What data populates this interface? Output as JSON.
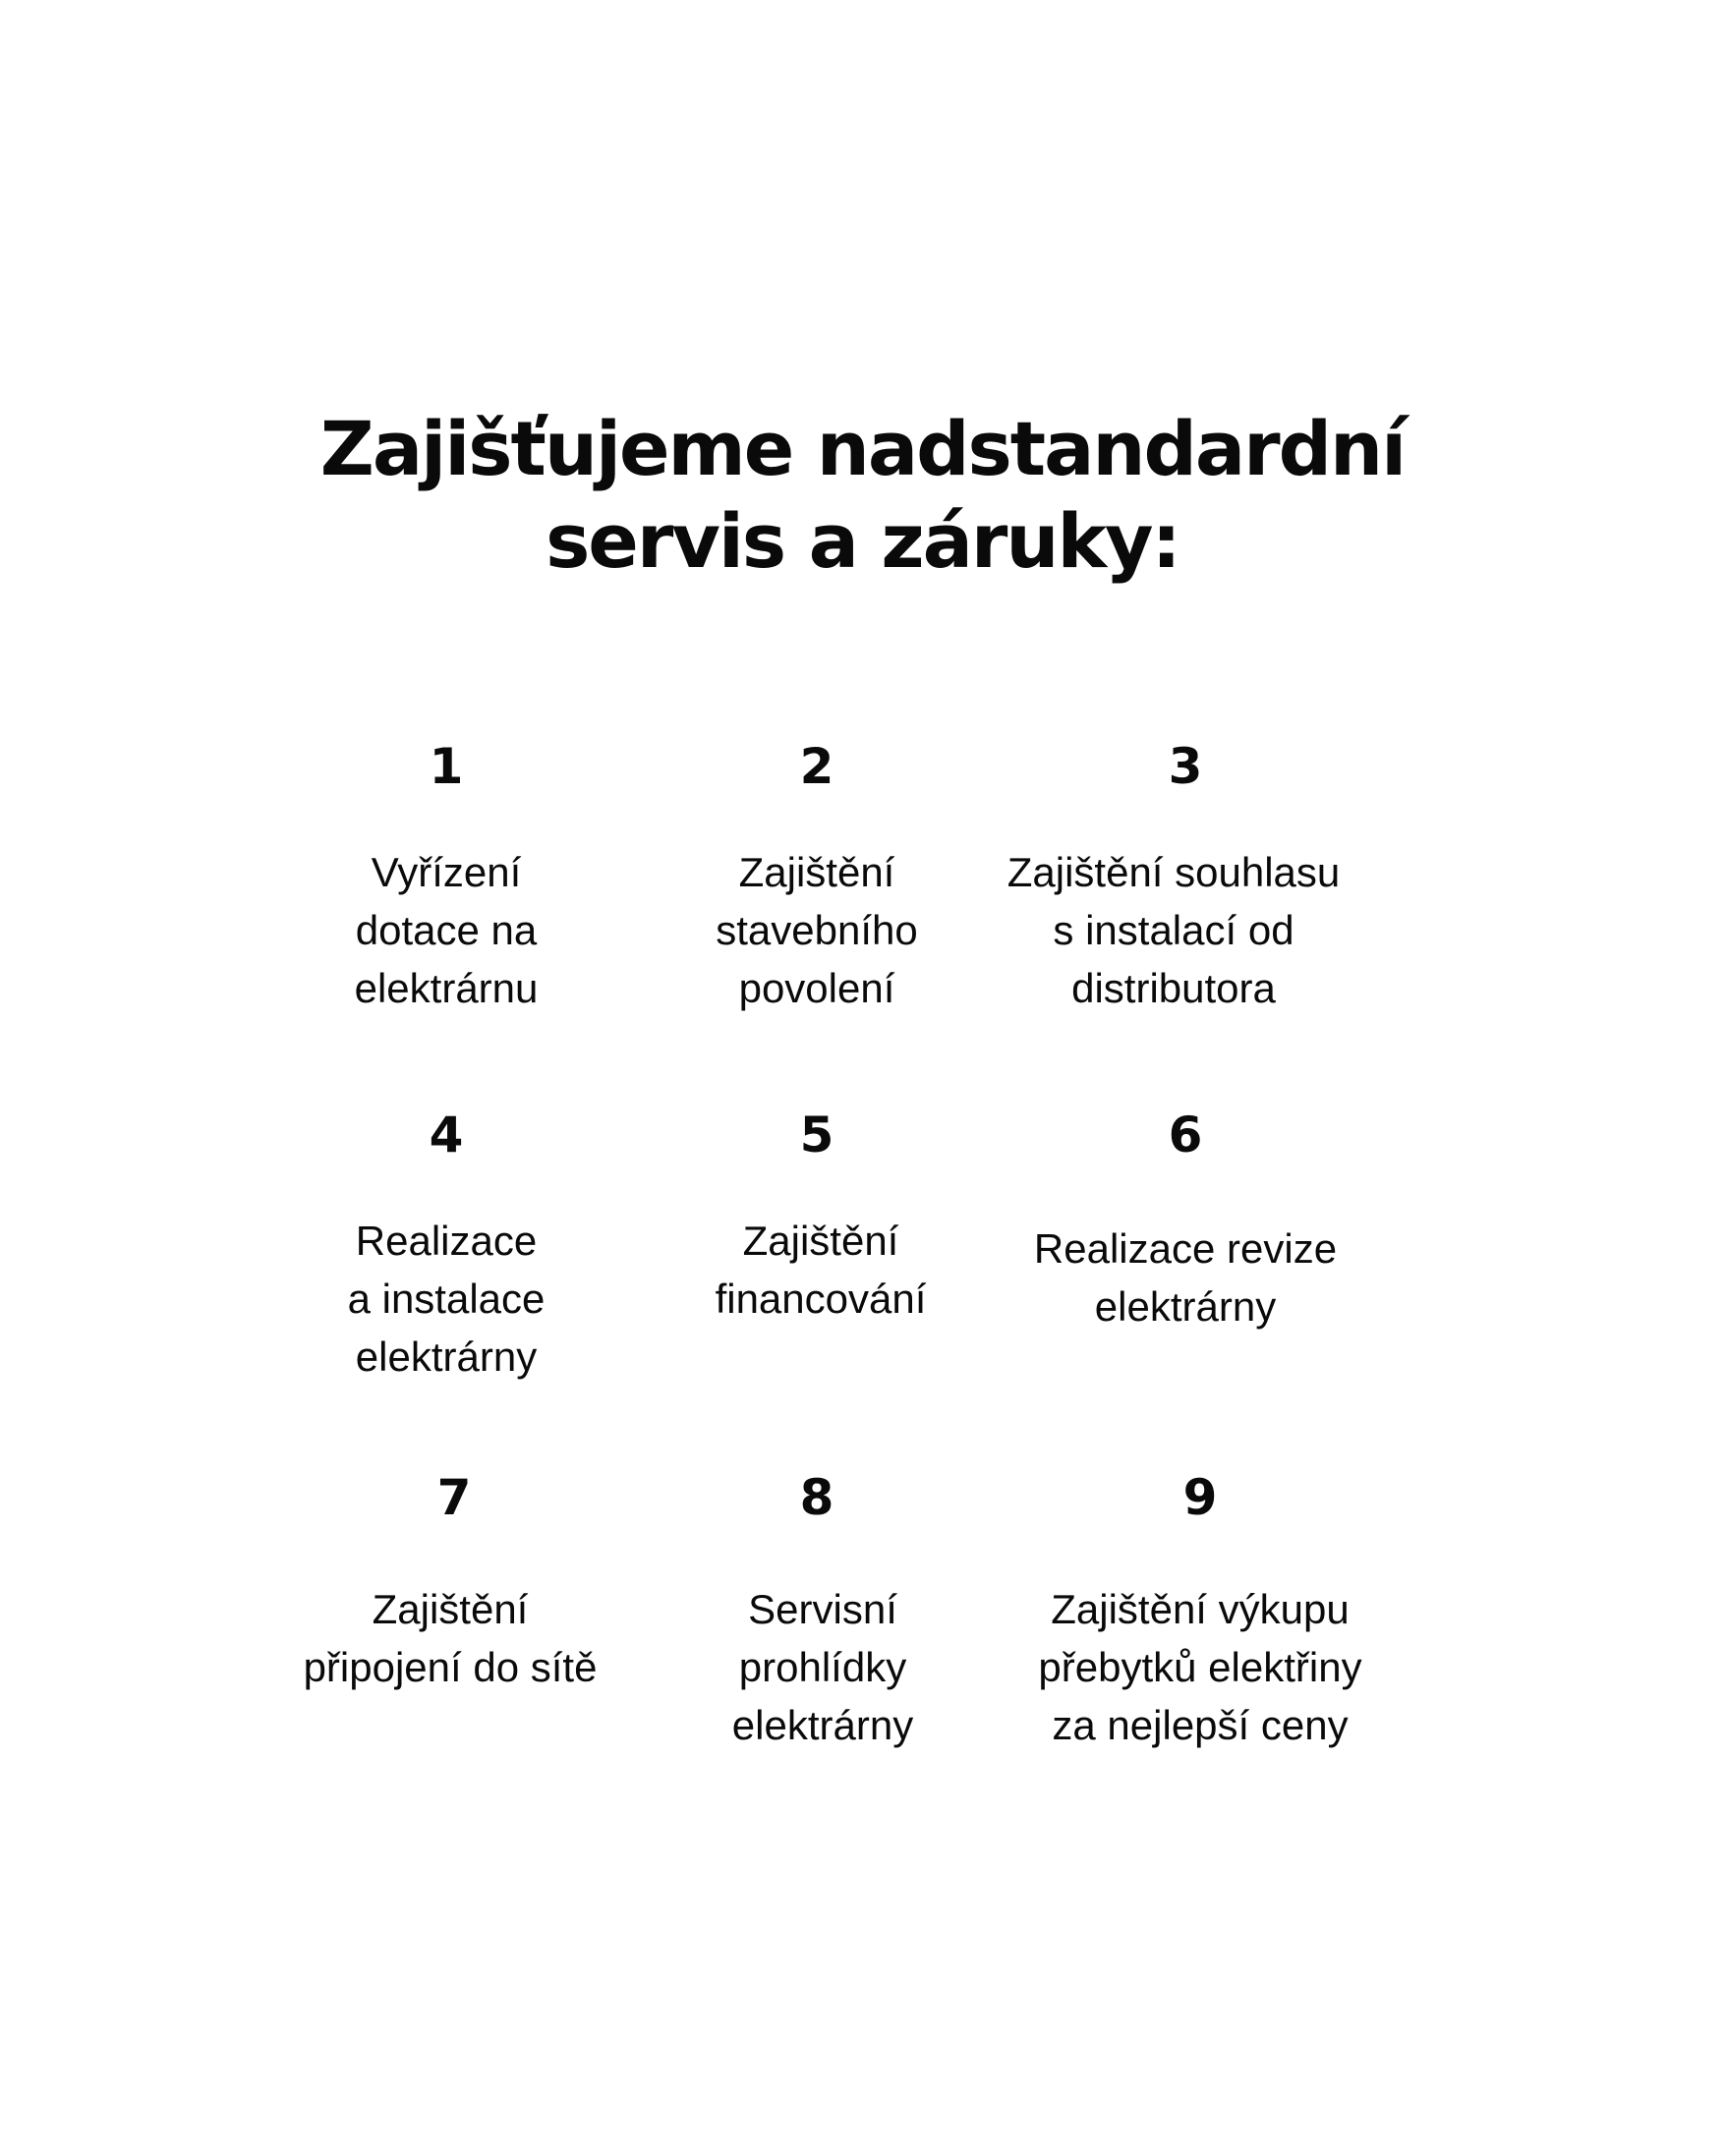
{
  "heading": {
    "line1": "Zajišťujeme nadstandardní",
    "line2": "servis a záruky:"
  },
  "items": [
    {
      "number": "1",
      "lines": [
        "Vyřízení",
        "dotace na",
        "elektrárnu"
      ]
    },
    {
      "number": "2",
      "lines": [
        "Zajištění",
        "stavebního",
        "povolení"
      ]
    },
    {
      "number": "3",
      "lines": [
        "Zajištění souhlasu",
        "s instalací od",
        "distributora"
      ]
    },
    {
      "number": "4",
      "lines": [
        "Realizace",
        "a instalace",
        "elektrárny"
      ]
    },
    {
      "number": "5",
      "lines": [
        "Zajištění",
        "financování"
      ]
    },
    {
      "number": "6",
      "lines": [
        "Realizace revize",
        "elektrárny"
      ]
    },
    {
      "number": "7",
      "lines": [
        "Zajištění",
        "připojení do sítě"
      ]
    },
    {
      "number": "8",
      "lines": [
        "Servisní",
        "prohlídky",
        "elektrárny"
      ]
    },
    {
      "number": "9",
      "lines": [
        "Zajištění výkupu",
        "přebytků elektřiny",
        "za nejlepší ceny"
      ]
    }
  ]
}
